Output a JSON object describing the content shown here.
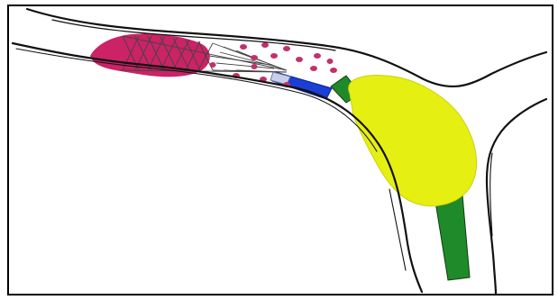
{
  "diagram": {
    "kind": "illustration",
    "colors": {
      "frame": "#000000",
      "vessel_outline": "#111111",
      "background": "#ffffff",
      "clot": "#cc2266",
      "clot_fragments": "#c2306b",
      "stent_mesh": "#444444",
      "catheter": "#1a3fd6",
      "catheter_tip": "#c8d0e8",
      "sheath": "#1f8a2a",
      "plaque": "#e6ef12"
    },
    "parts": [
      {
        "name": "vessel-wall",
        "icon": "vessel-outline"
      },
      {
        "name": "blood-clot",
        "icon": "clot-blob"
      },
      {
        "name": "stent-retriever",
        "icon": "mesh-cage"
      },
      {
        "name": "clot-fragments",
        "icon": "dots",
        "count": 15
      },
      {
        "name": "delivery-catheter",
        "icon": "blue-tube"
      },
      {
        "name": "guide-sheath",
        "icon": "green-tube"
      },
      {
        "name": "plaque-mass",
        "icon": "yellow-blob"
      }
    ]
  }
}
